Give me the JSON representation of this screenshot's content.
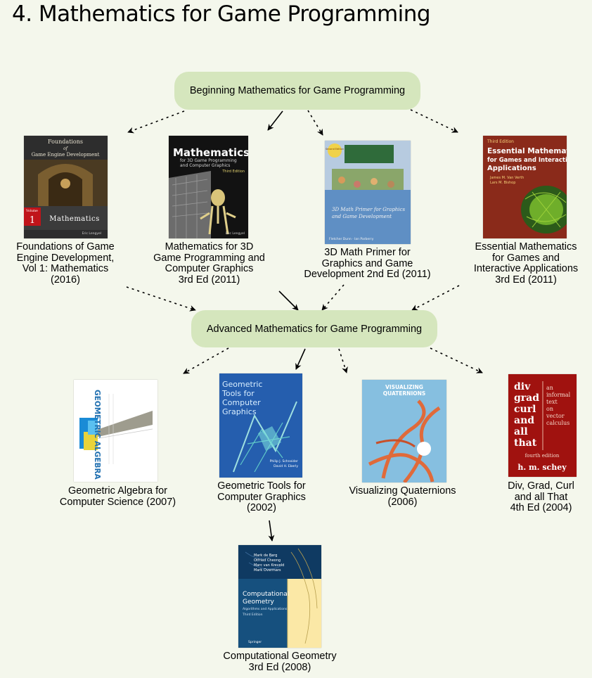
{
  "title": "4. Mathematics for Game Programming",
  "nodes": {
    "beginning": "Beginning Mathematics for Game Programming",
    "advanced": "Advanced Mathematics for Game Programming"
  },
  "books": {
    "foundations": {
      "caption": "Foundations of Game\nEngine Development,\nVol 1: Mathematics\n(2016)",
      "cover": {
        "line1": "Foundations",
        "line2": "of",
        "line3": "Game Engine Development",
        "volume": "Volume",
        "vol_num": "1",
        "subject": "Mathematics",
        "author": "Eric Lengyel"
      }
    },
    "math3d": {
      "caption": "Mathematics for 3D\nGame Programming and\nComputer Graphics\n3rd Ed (2011)",
      "cover": {
        "title": "Mathematics",
        "sub1": "for 3D Game Programming",
        "sub2": "and Computer Graphics",
        "edition": "Third Edition",
        "author": "Eric Lengyel"
      }
    },
    "primer": {
      "caption": "3D Math Primer for\nGraphics and Game\nDevelopment 2nd Ed (2011)",
      "cover": {
        "badge": "Second Edition",
        "t1": "3D Math Primer for Graphics",
        "t2": "and Game Development",
        "authors": "Fletcher Dunn · Ian Parberry"
      }
    },
    "essential": {
      "caption": "Essential Mathematics\nfor Games and\nInteractive Applications\n3rd Ed (2011)",
      "cover": {
        "edition": "Third Edition",
        "t1": "Essential Mathematics",
        "t2": "for Games and Interactive",
        "t3": "Applications",
        "a1": "James M. Van Verth",
        "a2": "Lars M. Bishop"
      }
    },
    "geoalg": {
      "caption": "Geometric Algebra for\nComputer Science (2007)",
      "cover": {
        "spine": "GEOMETRIC ALGEBRA"
      }
    },
    "geotools": {
      "caption": "Geometric Tools for\nComputer Graphics\n(2002)",
      "cover": {
        "t1": "Geometric",
        "t2": "Tools for",
        "t3": "Computer",
        "t4": "Graphics",
        "a1": "Philip J. Schneider",
        "a2": "David H. Eberly"
      }
    },
    "quat": {
      "caption": "Visualizing Quaternions\n(2006)",
      "cover": {
        "t1": "VISUALIZING",
        "t2": "QUATERNIONS"
      }
    },
    "divgrad": {
      "caption": "Div, Grad, Curl\nand all That\n4th Ed (2004)",
      "cover": {
        "w1": "div",
        "w2": "grad",
        "w3": "curl",
        "w4": "and",
        "w5": "all",
        "w6": "that",
        "s1": "an",
        "s2": "informal",
        "s3": "text",
        "s4": "on",
        "s5": "vector",
        "s6": "calculus",
        "edition": "fourth edition",
        "author": "h. m. schey"
      }
    },
    "compgeo": {
      "caption": "Computational Geometry\n3rd Ed (2008)",
      "cover": {
        "a1": "Mark de Berg",
        "a2": "Otfried Cheong",
        "a3": "Marc van Kreveld",
        "a4": "Mark Overmars",
        "t1": "Computational",
        "t2": "Geometry",
        "sub": "Algorithms and Applications",
        "edition": "Third Edition",
        "publisher": "Springer"
      }
    }
  },
  "colors": {
    "background": "#f4f7ec",
    "pill": "#d5e6bd"
  }
}
